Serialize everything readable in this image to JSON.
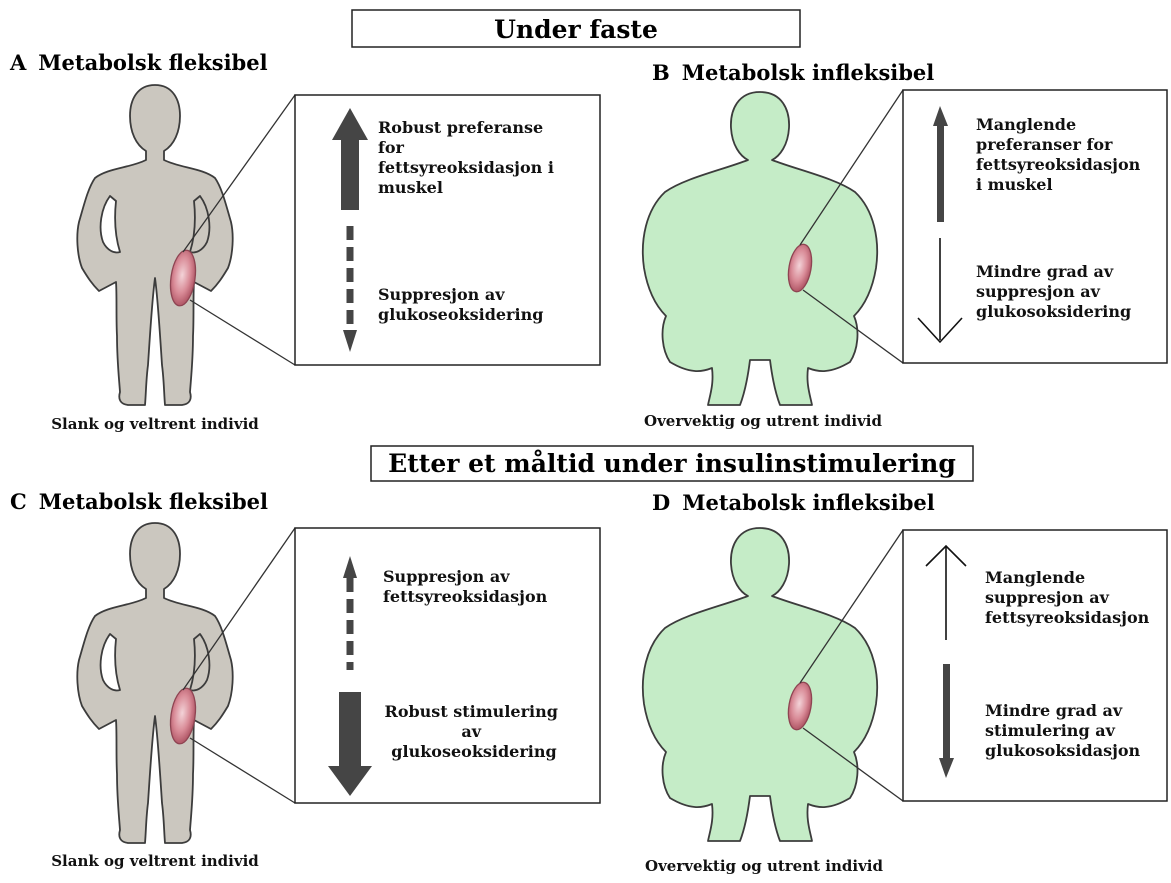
{
  "titles": {
    "fasting": "Under faste",
    "fed": "Etter et måltid under insulinstimulering"
  },
  "colors": {
    "lean_body": "#cbc7bf",
    "obese_body": "#c5ecc7",
    "body_stroke": "#3c3c3c",
    "muscle": "#c9737f",
    "arrow_dark": "#454545"
  },
  "panels": [
    {
      "letter": "A",
      "title": "Metabolsk fleksibel",
      "caption": "Slank og veltrent individ",
      "upper_text": [
        "Robust preferanse",
        "for",
        "fettsyreoksidasjon i",
        "muskel"
      ],
      "lower_text": [
        "Suppresjon av",
        "glukoseoksidering"
      ]
    },
    {
      "letter": "B",
      "title": "Metabolsk infleksibel",
      "caption": "Overvektig og utrent individ",
      "upper_text": [
        "Manglende",
        "preferanser for",
        "fettsyreoksidasjon",
        "i muskel"
      ],
      "lower_text": [
        "Mindre grad av",
        "suppresjon av",
        "glukosoksidering"
      ]
    },
    {
      "letter": "C",
      "title": "Metabolsk fleksibel",
      "caption": "Slank og veltrent individ",
      "upper_text": [
        "Suppresjon av",
        "fettsyreoksidasjon"
      ],
      "lower_text": [
        "Robust stimulering",
        "av",
        "glukoseoksidering"
      ]
    },
    {
      "letter": "D",
      "title": "Metabolsk infleksibel",
      "caption": "Overvektig og utrent individ",
      "upper_text": [
        "Manglende",
        "suppresjon av",
        "fettsyreoksidasjon"
      ],
      "lower_text": [
        "Mindre grad av",
        "stimulering av",
        "glukosoksidasjon"
      ]
    }
  ]
}
